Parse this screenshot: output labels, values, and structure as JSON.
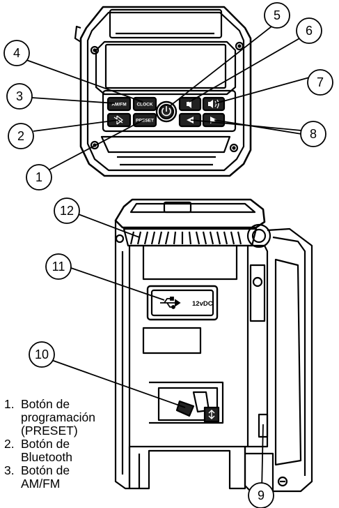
{
  "callouts": [
    {
      "n": "1"
    },
    {
      "n": "2"
    },
    {
      "n": "3"
    },
    {
      "n": "4"
    },
    {
      "n": "5"
    },
    {
      "n": "6"
    },
    {
      "n": "7"
    },
    {
      "n": "8"
    },
    {
      "n": "9"
    },
    {
      "n": "10"
    },
    {
      "n": "11"
    },
    {
      "n": "12"
    }
  ],
  "buttons": {
    "amfm": "AM/FM",
    "clock": "CLOCK",
    "preset": "PRESET",
    "bluetooth_glyph": "bluetooth-icon",
    "power_glyph": "power-icon",
    "vol_down_glyph": "volume-down-icon",
    "vol_up_glyph": "volume-up-icon",
    "prev_glyph": "previous-icon",
    "next_glyph": "next-icon"
  },
  "usb_port": {
    "glyph": "usb-icon",
    "label": "12vDC"
  },
  "legend": [
    {
      "num": "1.",
      "line1": "Botón de",
      "line2": "programación",
      "line3": "(PRESET)"
    },
    {
      "num": "2.",
      "line1": "Botón de",
      "line2": "Bluetooth"
    },
    {
      "num": "3.",
      "line1": "Botón de",
      "line2": "AM/FM"
    }
  ],
  "colors": {
    "ink": "#000000",
    "paper": "#ffffff",
    "button": "#222222"
  }
}
